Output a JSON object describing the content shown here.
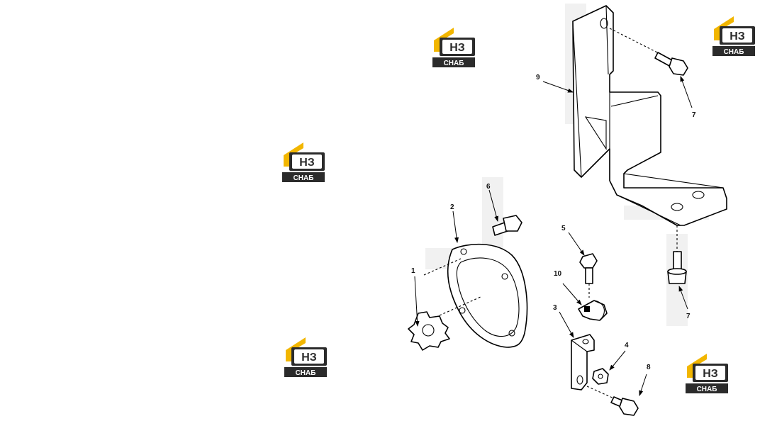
{
  "watermark": {
    "logo_text": "НЗ",
    "logo_subtext": "СНАБ",
    "accent_color": "#f2b600",
    "dark_color": "#2b2b2b"
  },
  "callouts": [
    {
      "id": "c1",
      "label": "1"
    },
    {
      "id": "c2",
      "label": "2"
    },
    {
      "id": "c3",
      "label": "3"
    },
    {
      "id": "c4",
      "label": "4"
    },
    {
      "id": "c5",
      "label": "5"
    },
    {
      "id": "c6",
      "label": "6"
    },
    {
      "id": "c7a",
      "label": "7"
    },
    {
      "id": "c7b",
      "label": "7"
    },
    {
      "id": "c8",
      "label": "8"
    },
    {
      "id": "c9",
      "label": "9"
    },
    {
      "id": "c10",
      "label": "10"
    }
  ]
}
